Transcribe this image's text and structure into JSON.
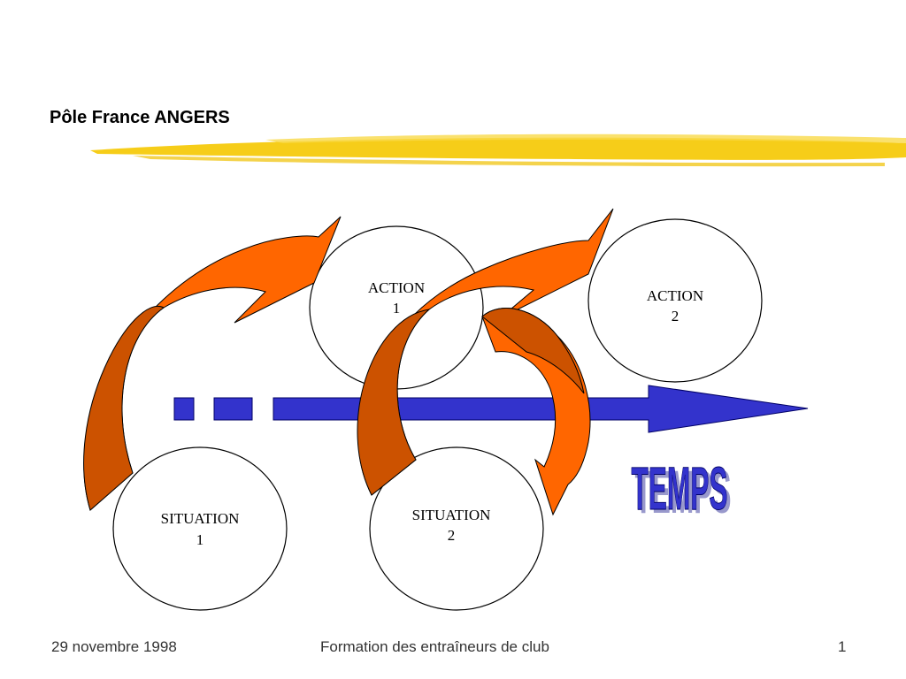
{
  "header": {
    "title": "Pôle France ANGERS"
  },
  "diagram": {
    "nodes": {
      "action1": {
        "line1": "ACTION",
        "line2": "1"
      },
      "action2": {
        "line1": "ACTION",
        "line2": "2"
      },
      "situation1": {
        "line1": "SITUATION",
        "line2": "1"
      },
      "situation2": {
        "line1": "SITUATION",
        "line2": "2"
      }
    },
    "timeline_label": "TEMPS",
    "colors": {
      "arrow_orange": "#ff6600",
      "arrow_orange_dark": "#cc5200",
      "timeline_blue": "#3333cc",
      "temps_shadow": "#9999cc",
      "highlight_yellow": "#f5c800"
    }
  },
  "footer": {
    "date": "29 novembre 1998",
    "center": "Formation des entraîneurs de club",
    "page": "1"
  }
}
